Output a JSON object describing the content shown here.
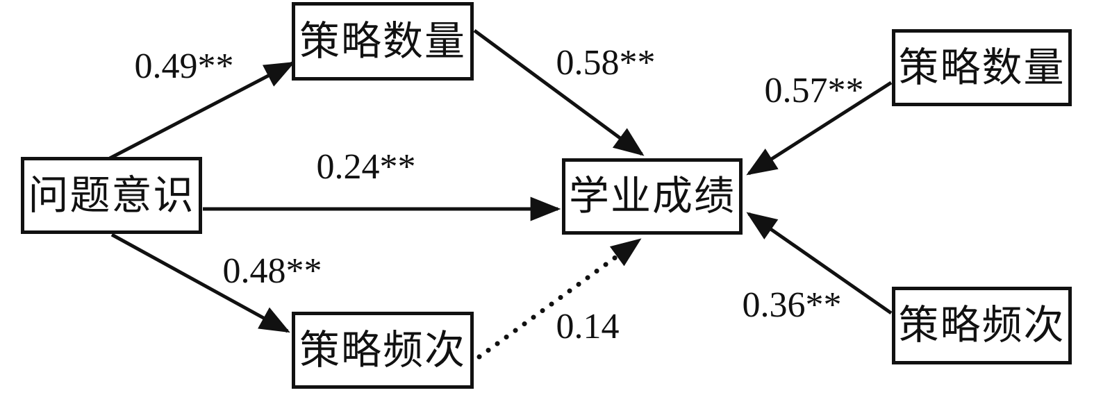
{
  "diagram": {
    "title": "path-model-strategy-achievement",
    "background_color": "#ffffff",
    "line_color": "#111111",
    "nodes": [
      {
        "id": "problem-awareness",
        "label": "问题意识"
      },
      {
        "id": "strategy-quantity-mid",
        "label": "策略数量"
      },
      {
        "id": "strategy-frequency-mid",
        "label": "策略频次"
      },
      {
        "id": "academic-achievement",
        "label": "学业成绩"
      },
      {
        "id": "strategy-quantity-right",
        "label": "策略数量"
      },
      {
        "id": "strategy-frequency-right",
        "label": "策略频次"
      }
    ],
    "edges": [
      {
        "from": "problem-awareness",
        "to": "strategy-quantity-mid",
        "label": "0.49**",
        "style": "solid"
      },
      {
        "from": "strategy-quantity-mid",
        "to": "academic-achievement",
        "label": "0.58**",
        "style": "solid"
      },
      {
        "from": "problem-awareness",
        "to": "academic-achievement",
        "label": "0.24**",
        "style": "solid"
      },
      {
        "from": "problem-awareness",
        "to": "strategy-frequency-mid",
        "label": "0.48**",
        "style": "solid"
      },
      {
        "from": "strategy-frequency-mid",
        "to": "academic-achievement",
        "label": "0.14",
        "style": "dotted"
      },
      {
        "from": "strategy-quantity-right",
        "to": "academic-achievement",
        "label": "0.57**",
        "style": "solid"
      },
      {
        "from": "strategy-frequency-right",
        "to": "academic-achievement",
        "label": "0.36**",
        "style": "solid"
      }
    ]
  }
}
